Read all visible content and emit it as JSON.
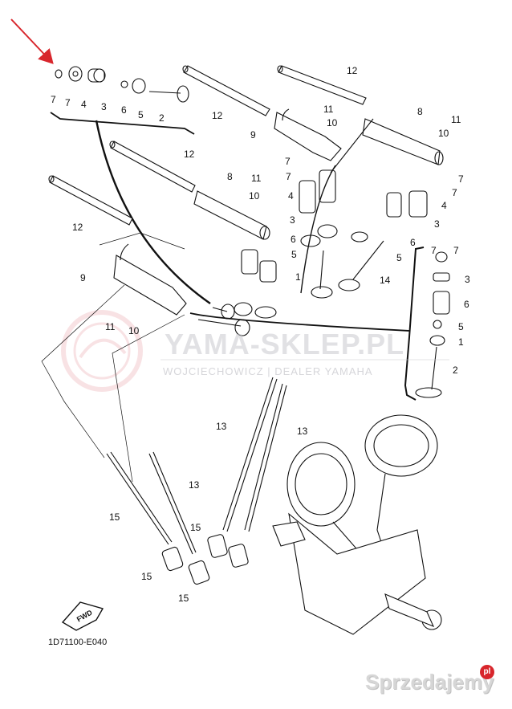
{
  "diagram": {
    "code": "1D71100-E040",
    "fwd_label": "FWD",
    "accent_color": "#d8262c",
    "callouts": [
      {
        "id": "c7a",
        "text": "7"
      },
      {
        "id": "c7b",
        "text": "7"
      },
      {
        "id": "c4a",
        "text": "4"
      },
      {
        "id": "c3a",
        "text": "3"
      },
      {
        "id": "c6a",
        "text": "6"
      },
      {
        "id": "c5a",
        "text": "5"
      },
      {
        "id": "c2a",
        "text": "2"
      },
      {
        "id": "c12a",
        "text": "12"
      },
      {
        "id": "c12b",
        "text": "12"
      },
      {
        "id": "c12c",
        "text": "12"
      },
      {
        "id": "c12d",
        "text": "12"
      },
      {
        "id": "c9a",
        "text": "9"
      },
      {
        "id": "c9b",
        "text": "9"
      },
      {
        "id": "c8a",
        "text": "8"
      },
      {
        "id": "c8b",
        "text": "8"
      },
      {
        "id": "c11a",
        "text": "11"
      },
      {
        "id": "c11b",
        "text": "11"
      },
      {
        "id": "c11c",
        "text": "11"
      },
      {
        "id": "c11d",
        "text": "11"
      },
      {
        "id": "c10a",
        "text": "10"
      },
      {
        "id": "c10b",
        "text": "10"
      },
      {
        "id": "c10c",
        "text": "10"
      },
      {
        "id": "c10d",
        "text": "10"
      },
      {
        "id": "c7c",
        "text": "7"
      },
      {
        "id": "c7d",
        "text": "7"
      },
      {
        "id": "c7e",
        "text": "7"
      },
      {
        "id": "c7f",
        "text": "7"
      },
      {
        "id": "c7g",
        "text": "7"
      },
      {
        "id": "c7h",
        "text": "7"
      },
      {
        "id": "c4b",
        "text": "4"
      },
      {
        "id": "c4c",
        "text": "4"
      },
      {
        "id": "c3b",
        "text": "3"
      },
      {
        "id": "c3c",
        "text": "3"
      },
      {
        "id": "c3d",
        "text": "3"
      },
      {
        "id": "c6b",
        "text": "6"
      },
      {
        "id": "c6c",
        "text": "6"
      },
      {
        "id": "c6d",
        "text": "6"
      },
      {
        "id": "c5b",
        "text": "5"
      },
      {
        "id": "c5c",
        "text": "5"
      },
      {
        "id": "c5d",
        "text": "5"
      },
      {
        "id": "c1a",
        "text": "1"
      },
      {
        "id": "c1b",
        "text": "1"
      },
      {
        "id": "c2b",
        "text": "2"
      },
      {
        "id": "c14",
        "text": "14"
      },
      {
        "id": "c13a",
        "text": "13"
      },
      {
        "id": "c13b",
        "text": "13"
      },
      {
        "id": "c13c",
        "text": "13"
      },
      {
        "id": "c15a",
        "text": "15"
      },
      {
        "id": "c15b",
        "text": "15"
      },
      {
        "id": "c15c",
        "text": "15"
      },
      {
        "id": "c15d",
        "text": "15"
      }
    ]
  },
  "watermark": {
    "name": "YAMA-SKLEP.PL",
    "subtitle": "WOJCIECHOWICZ | DEALER YAMAHA"
  },
  "site_badge": {
    "text": "Sprzedajemy",
    "dot": "pl"
  }
}
